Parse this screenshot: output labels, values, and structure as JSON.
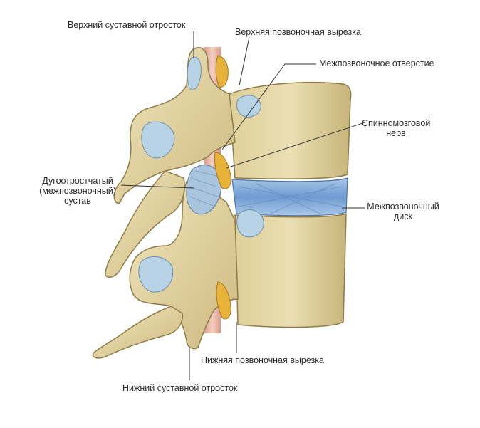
{
  "labels": {
    "superior_articular_process": "Верхний суставной отросток",
    "superior_vertebral_notch": "Верхняя позвоночная вырезка",
    "intervertebral_foramen": "Межпозвоночное отверстие",
    "spinal_nerve_line1": "Спинномозговой",
    "spinal_nerve_line2": "нерв",
    "facet_joint_line1": "Дугоотростчатый",
    "facet_joint_line2": "(межпозвоночный)",
    "facet_joint_line3": "сустав",
    "intervertebral_disc_line1": "Межпозвоночный",
    "intervertebral_disc_line2": "диск",
    "inferior_vertebral_notch": "Нижняя позвоночная вырезка",
    "inferior_articular_process": "Нижний суставной отросток"
  },
  "colors": {
    "bone": "#e6d9a8",
    "bone_shadow": "#b8a56e",
    "cartilage": "#b9d3e6",
    "disc": "#7fa9d6",
    "spinal_cord": "#e8b9a8",
    "nerve": "#e6b23a",
    "leader_line": "#333333"
  }
}
